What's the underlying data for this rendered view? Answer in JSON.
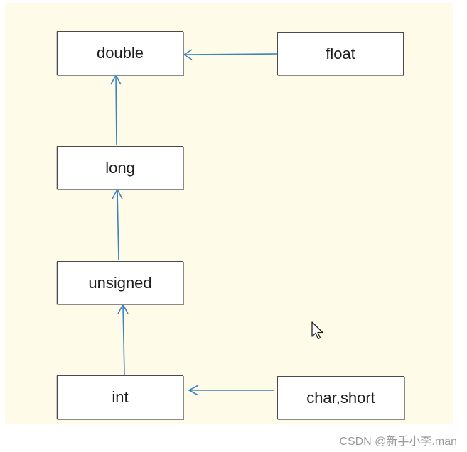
{
  "diagram": {
    "nodes": {
      "double": "double",
      "float": "float",
      "long": "long",
      "unsigned": "unsigned",
      "int": "int",
      "char_short": "char,short"
    },
    "edges": [
      {
        "from": "float",
        "to": "double"
      },
      {
        "from": "long",
        "to": "double"
      },
      {
        "from": "unsigned",
        "to": "long"
      },
      {
        "from": "int",
        "to": "unsigned"
      },
      {
        "from": "char_short",
        "to": "int"
      }
    ],
    "colors": {
      "background": "#fefbe8",
      "arrow": "#3b82c4",
      "node_border": "#4a4a4a"
    }
  },
  "watermark": "CSDN @新手小李.man",
  "cursor_icon": "arrow-cursor-icon"
}
